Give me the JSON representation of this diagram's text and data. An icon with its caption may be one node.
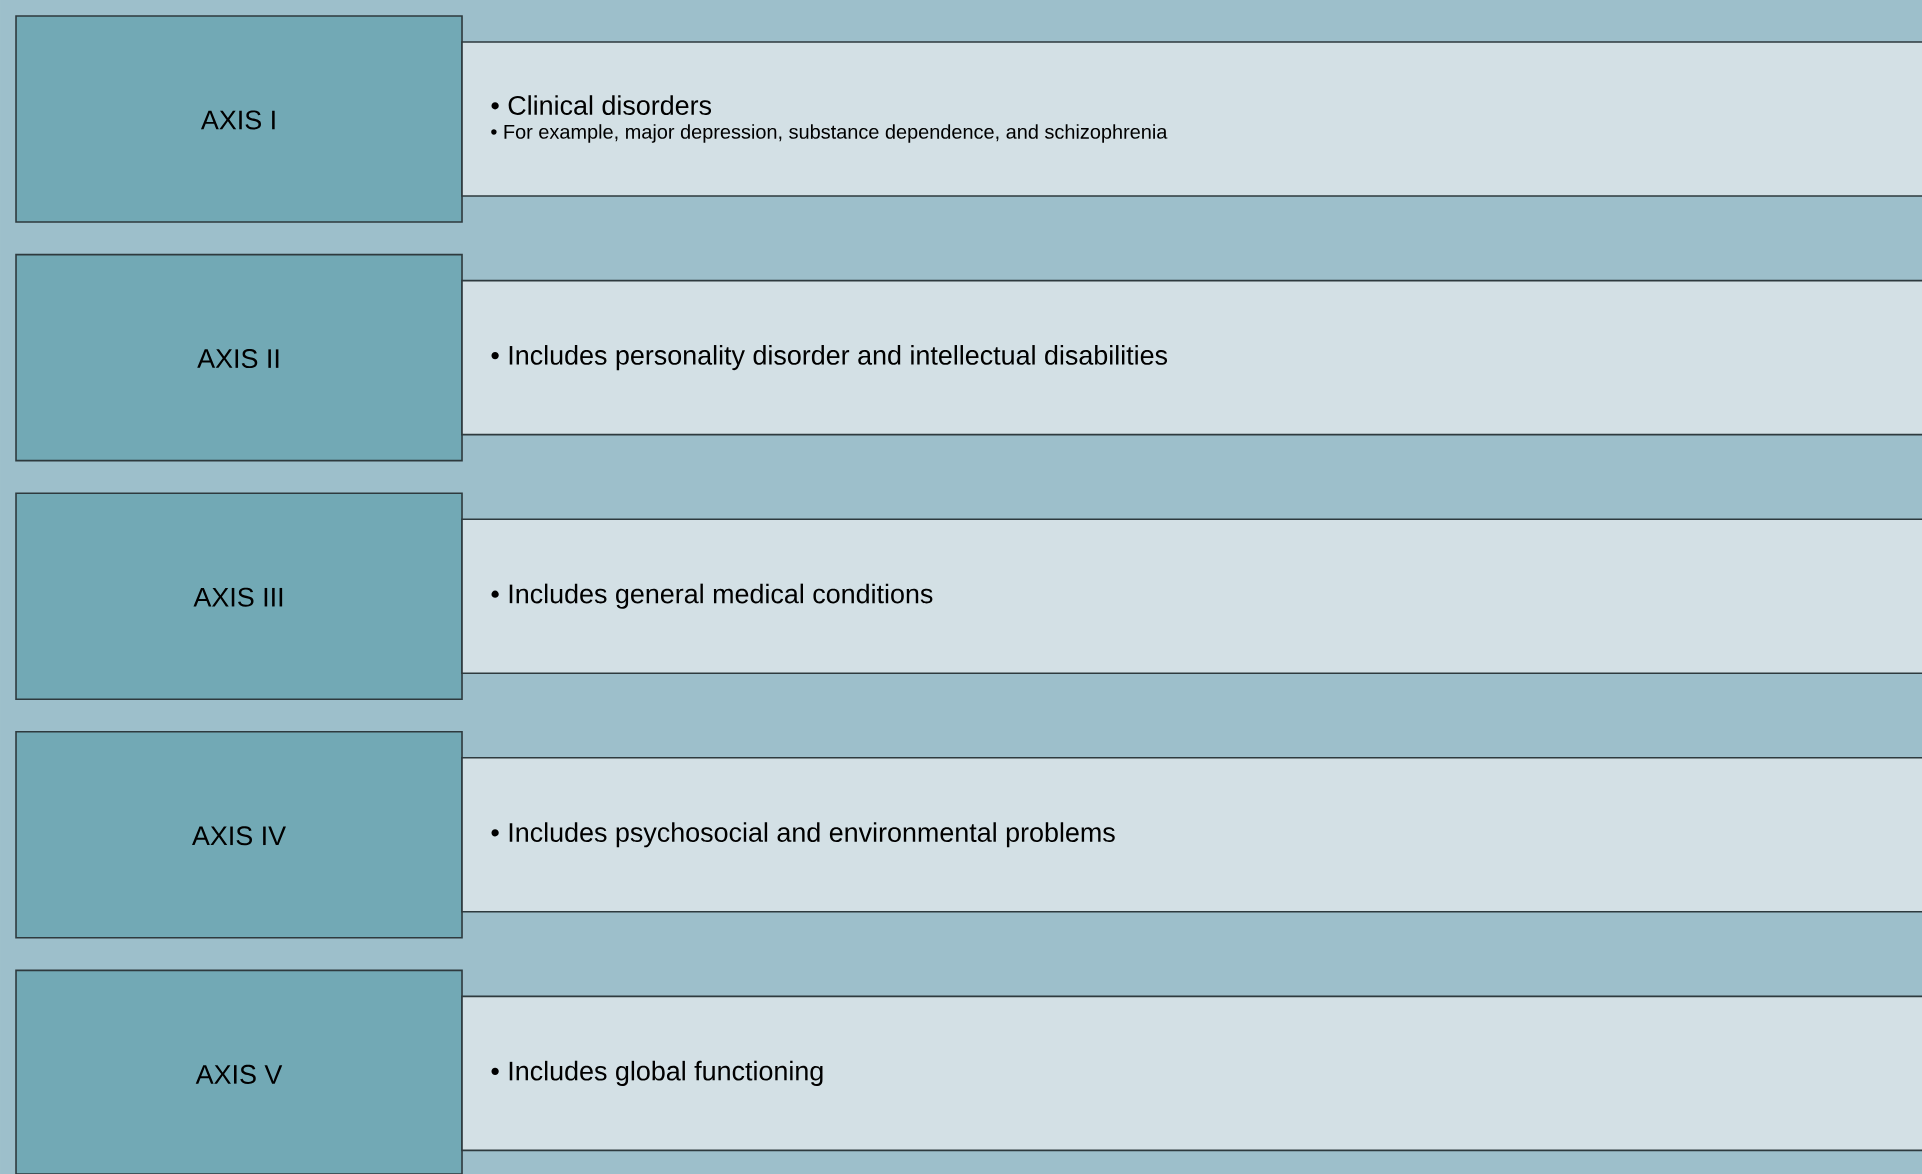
{
  "diagram": {
    "nodes": [
      {
        "text": [
          "AXIS I"
        ]
      },
      {
        "text": [
          "• Clinical disorders",
          "• For example, major depression, substance dependence, and schizophrenia"
        ]
      },
      {
        "text": [
          "AXIS II"
        ]
      },
      {
        "text": [
          "• Includes personality disorder and intellectual disabilities"
        ]
      },
      {
        "text": [
          "AXIS III"
        ]
      },
      {
        "text": [
          "• Includes general medical conditions"
        ]
      },
      {
        "text": [
          "AXIS IV"
        ]
      },
      {
        "text": [
          "• Includes psychosocial and environmental problems"
        ]
      },
      {
        "text": [
          "AXIS V"
        ]
      },
      {
        "text": [
          "• Includes global functioning"
        ]
      }
    ]
  }
}
